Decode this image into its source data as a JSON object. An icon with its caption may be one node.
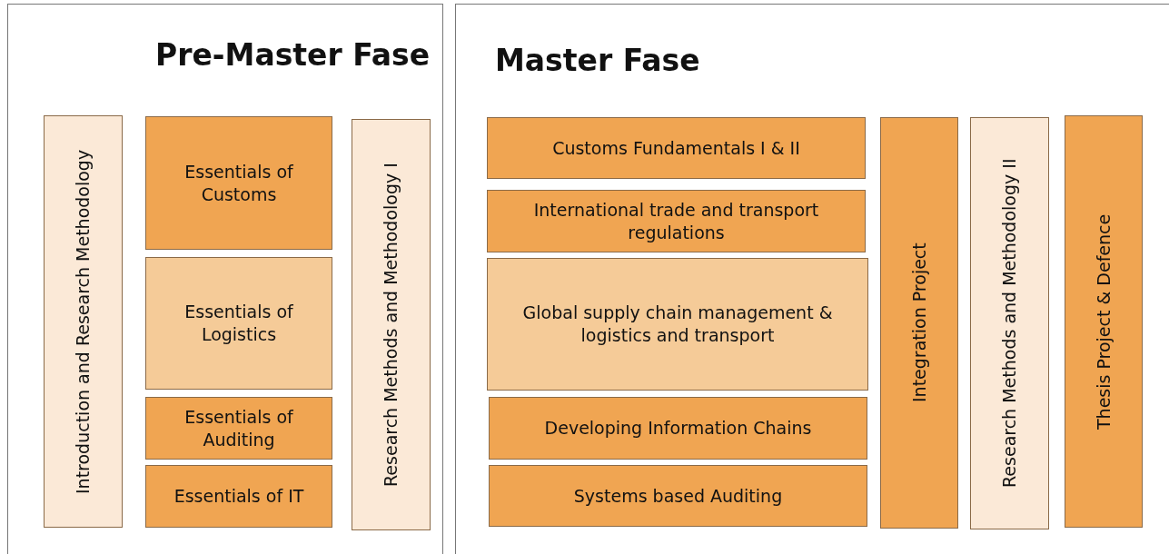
{
  "diagram": {
    "nodes": [
      {
        "text": [
          "Pre-Master Fase"
        ]
      },
      {
        "text": [
          "Introduction and Research Methodology"
        ],
        "in": 0
      },
      {
        "text": [
          "Essentials of Customs"
        ],
        "in": 0
      },
      {
        "text": [
          "Essentials of Logistics"
        ],
        "in": 0
      },
      {
        "text": [
          "Essentials of Auditing"
        ],
        "in": 0
      },
      {
        "text": [
          "Essentials of IT"
        ],
        "in": 0
      },
      {
        "text": [
          "Research Methods and Methodology I"
        ],
        "in": 0
      },
      {
        "text": [
          "Master Fase"
        ]
      },
      {
        "text": [
          "Customs Fundamentals I & II"
        ],
        "in": 7
      },
      {
        "text": [
          "International trade and transport regulations"
        ],
        "in": 7
      },
      {
        "text": [
          "Global supply chain management & logistics and transport"
        ],
        "in": 7
      },
      {
        "text": [
          "Developing Information Chains"
        ],
        "in": 7
      },
      {
        "text": [
          "Systems based Auditing"
        ],
        "in": 7
      },
      {
        "text": [
          "Integration Project"
        ],
        "in": 7
      },
      {
        "text": [
          "Research Methods and Methodology II"
        ],
        "in": 7
      },
      {
        "text": [
          "Thesis Project & Defence"
        ],
        "in": 7
      }
    ]
  }
}
